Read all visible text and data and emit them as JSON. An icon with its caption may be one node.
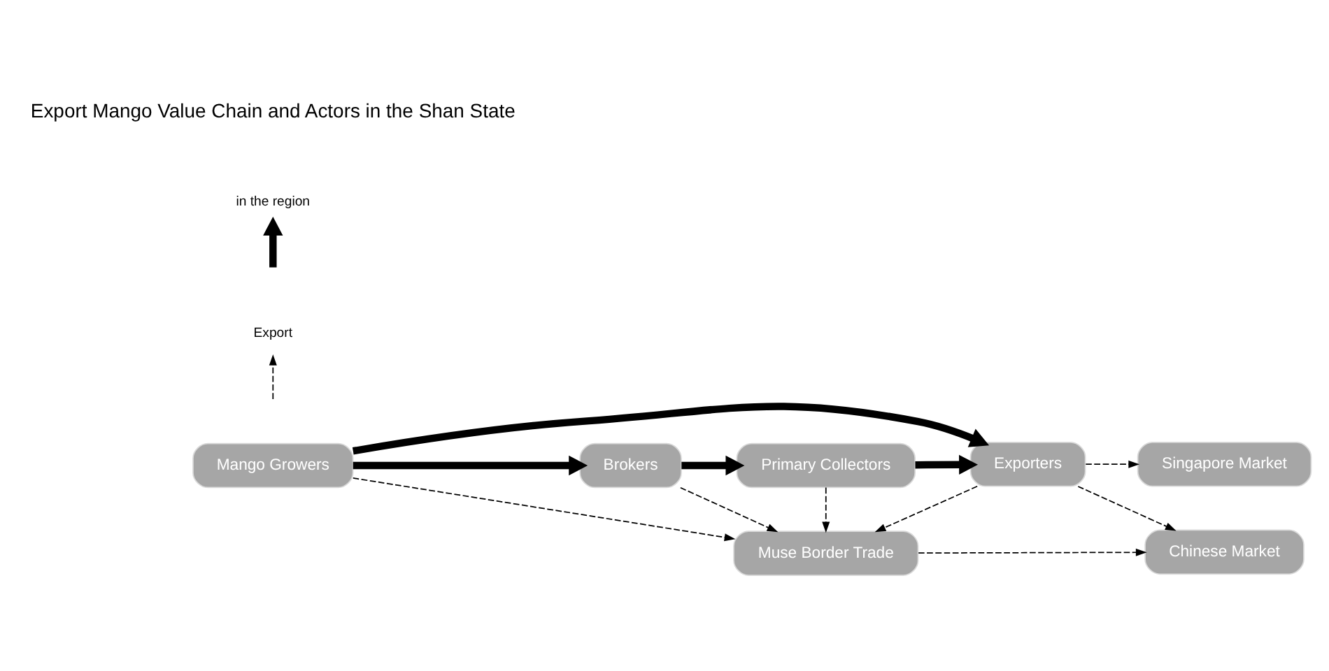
{
  "diagram": {
    "title": "Export Mango Value Chain and Actors in the Shan State",
    "nodes": [
      {
        "text": [
          "Mango Growers"
        ]
      },
      {
        "text": [
          "Brokers"
        ]
      },
      {
        "text": [
          "Primary Collectors"
        ]
      },
      {
        "text": [
          "Exporters"
        ]
      },
      {
        "text": [
          "Singapore Market"
        ]
      },
      {
        "text": [
          "Muse Border Trade"
        ]
      },
      {
        "text": [
          "Chinese Market"
        ]
      }
    ],
    "edges": [
      {
        "from": 0,
        "to": 3,
        "arrow": "to",
        "style": "thick"
      },
      {
        "from": 0,
        "to": 1,
        "arrow": "to",
        "style": "thick"
      },
      {
        "from": 1,
        "to": 2,
        "arrow": "to",
        "style": "thick"
      },
      {
        "from": 2,
        "to": 3,
        "arrow": "to",
        "style": "thick"
      },
      {
        "from": 3,
        "to": 4,
        "arrow": "to",
        "style": "dashed"
      },
      {
        "from": 0,
        "to": 5,
        "arrow": "to",
        "style": "dashed"
      },
      {
        "from": 1,
        "to": 5,
        "arrow": "to",
        "style": "dashed"
      },
      {
        "from": 2,
        "to": 5,
        "arrow": "to",
        "style": "dashed"
      },
      {
        "from": 3,
        "to": 5,
        "arrow": "to",
        "style": "dashed"
      },
      {
        "from": 5,
        "to": 6,
        "arrow": "to",
        "style": "dashed"
      },
      {
        "from": 3,
        "to": 6,
        "arrow": "to",
        "style": "dashed"
      }
    ],
    "legend": [
      {
        "text": "in the region"
      },
      {
        "text": "Export"
      }
    ]
  }
}
